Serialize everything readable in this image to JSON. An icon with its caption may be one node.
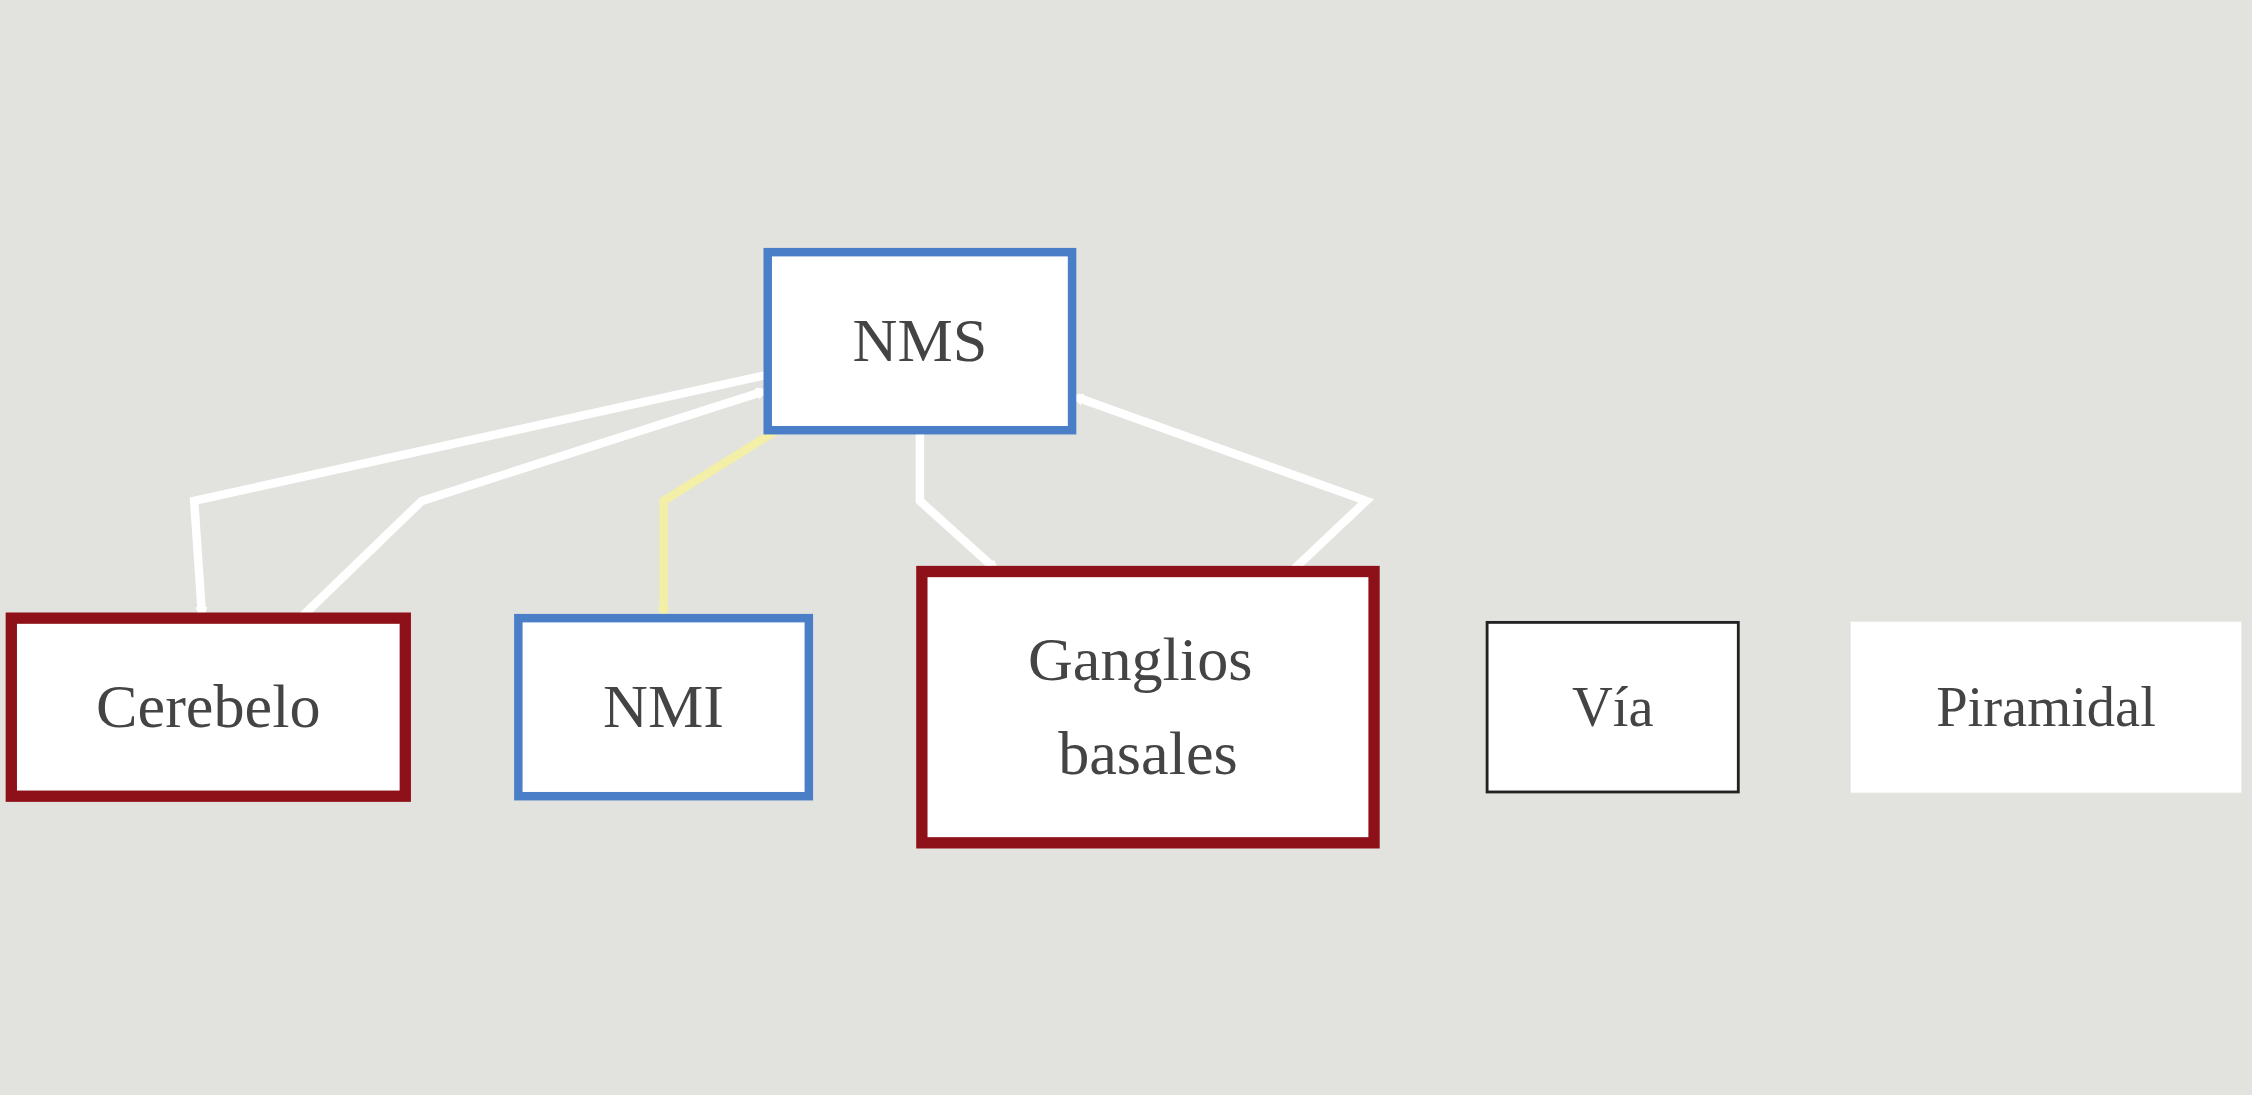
{
  "diagram": {
    "nodes": [
      {
        "text": [
          "NMS"
        ]
      },
      {
        "text": [
          "Cerebelo"
        ]
      },
      {
        "text": [
          "Ganglios basales"
        ]
      },
      {
        "text": [
          "Vía"
        ]
      },
      {
        "text": [
          "Piramidal"
        ]
      },
      {
        "text": [
          "NMI"
        ]
      }
    ],
    "edges": [
      {
        "from": 1,
        "to": 0,
        "arrow": "to"
      },
      {
        "from": 2,
        "to": 0,
        "arrow": "to"
      },
      {
        "from": 0,
        "to": 1,
        "arrow": "to"
      },
      {
        "from": 0,
        "to": 5,
        "arrow": "to",
        "color": "#f3efa6"
      },
      {
        "from": 0,
        "to": 2,
        "arrow": "to"
      }
    ]
  }
}
